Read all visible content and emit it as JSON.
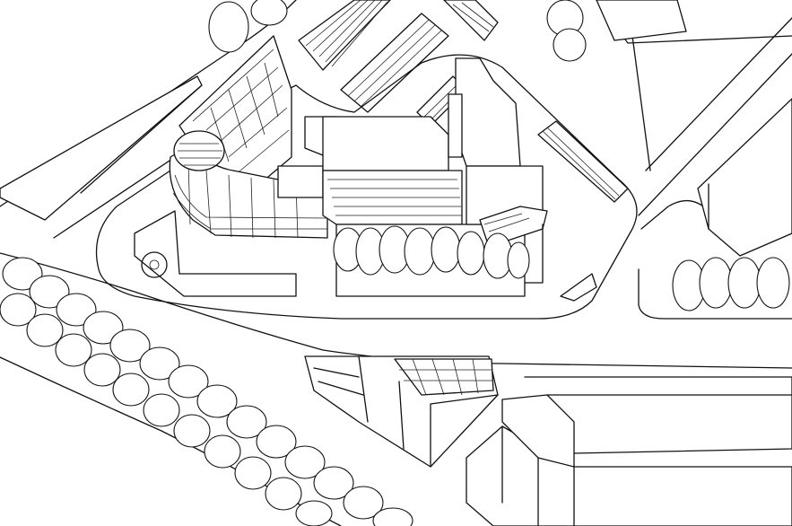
{
  "drawing": {
    "kind": "axonometric-site-plan",
    "style": "black line drawing on white",
    "colors": {
      "line": "#111111",
      "background": "#ffffff"
    },
    "text_labels": []
  },
  "features": {
    "roads": [
      "upper-left-street",
      "main-curved-street",
      "right-street"
    ],
    "buildings": [
      "curved-glass-office-block",
      "central-block-with-ribbed-roof",
      "tall-block-right",
      "triangular-glass-building",
      "long-terrace-lower-right",
      "building-top-right",
      "block-far-right",
      "long-slab-upper-left"
    ],
    "parking_lots": 4,
    "tree_rows": [
      "diagonal-avenue-lower-left",
      "row-before-central-block",
      "row-right-block",
      "cluster-top"
    ],
    "round_fountain": 1
  }
}
